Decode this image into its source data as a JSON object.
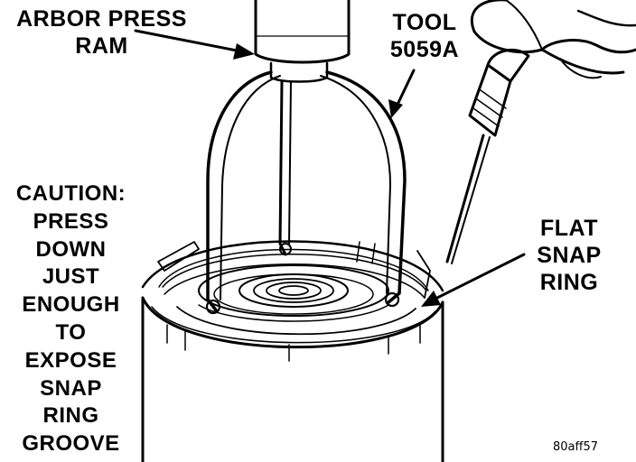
{
  "labels": {
    "arbor_press_ram": [
      "ARBOR PRESS",
      "RAM"
    ],
    "tool": [
      "TOOL",
      "5059A"
    ],
    "caution": [
      "CAUTION:",
      "PRESS",
      "DOWN",
      "JUST",
      "ENOUGH",
      "TO",
      "EXPOSE",
      "SNAP",
      "RING",
      "GROOVE"
    ],
    "flat_snap_ring": [
      "FLAT",
      "SNAP",
      "RING"
    ],
    "figure_code": "80aff57"
  }
}
